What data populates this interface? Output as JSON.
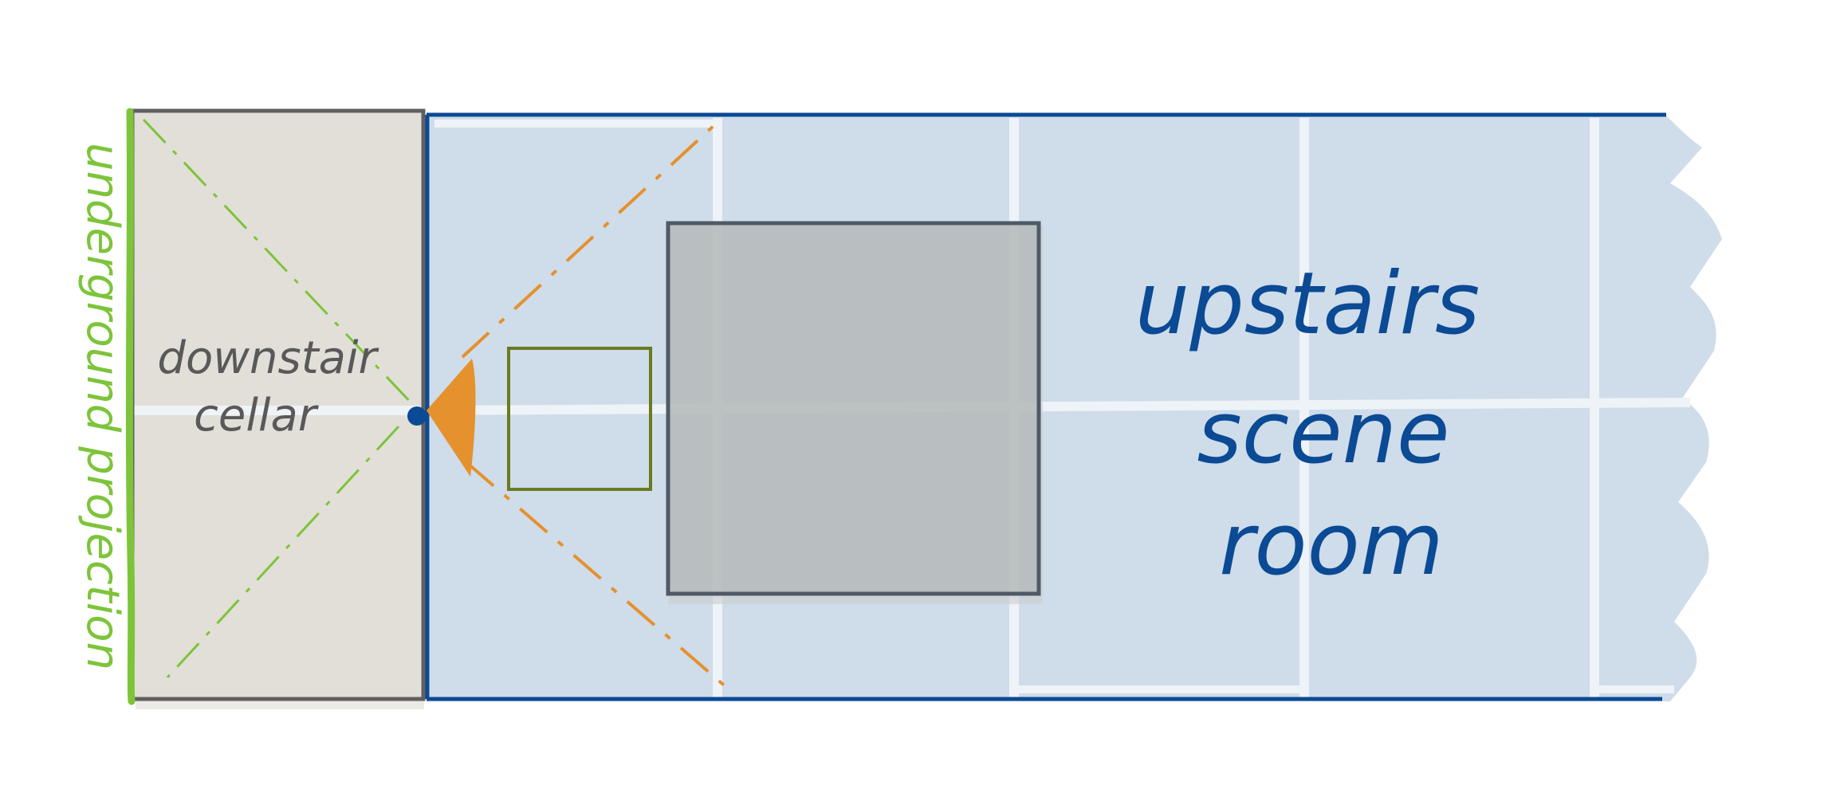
{
  "labels": {
    "upstairs": [
      "upstairs",
      "scene",
      "room"
    ],
    "downstairs": [
      "downstair",
      "cellar"
    ],
    "projection": "underground projection"
  },
  "colors": {
    "upstairs_fill": "#cfdcea",
    "upstairs_border": "#0b4a94",
    "grid_lines": "#eef3f8",
    "cellar_fill": "#e2dfd9",
    "cellar_border": "#606060",
    "projection_green": "#7dc43a",
    "frustum_orange": "#e5912d",
    "small_box": "#6b7a1f",
    "big_box_fill": "#b2b7b6",
    "big_box_border": "#4f5a66",
    "camera_dot": "#0b4a94",
    "text_blue": "#0b4a94",
    "text_gray": "#595959"
  }
}
